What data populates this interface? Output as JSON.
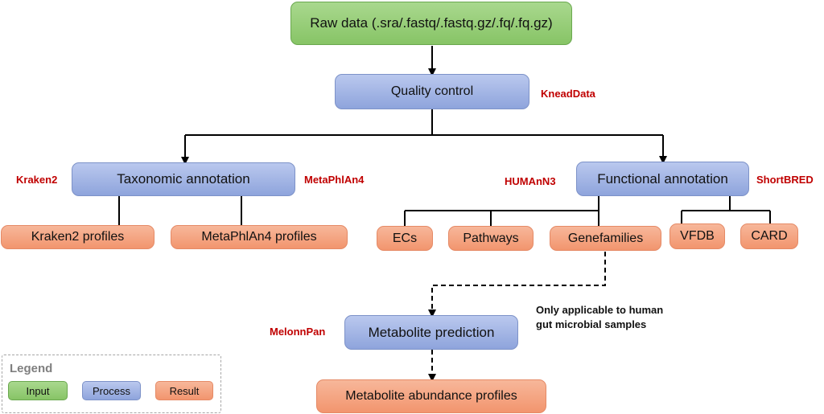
{
  "nodes": {
    "raw_data": "Raw data (.sra/.fastq/.fastq.gz/.fq/.fq.gz)",
    "quality_control": "Quality control",
    "taxonomic_annotation": "Taxonomic annotation",
    "functional_annotation": "Functional annotation",
    "kraken2_profiles": "Kraken2 profiles",
    "metaphlan4_profiles": "MetaPhlAn4 profiles",
    "ecs": "ECs",
    "pathways": "Pathways",
    "genefamilies": "Genefamilies",
    "vfdb": "VFDB",
    "card": "CARD",
    "metabolite_prediction": "Metabolite prediction",
    "metabolite_abundance_profiles": "Metabolite abundance profiles"
  },
  "tools": {
    "kneaddata": "KneadData",
    "kraken2": "Kraken2",
    "metaphlan4": "MetaPhlAn4",
    "humann3": "HUMAnN3",
    "shortbred": "ShortBRED",
    "melonnpan": "MelonnPan"
  },
  "note": {
    "line1": "Only applicable to human",
    "line2": "gut microbial samples"
  },
  "legend": {
    "title": "Legend",
    "input": "Input",
    "process": "Process",
    "result": "Result"
  },
  "colors": {
    "input": "#93cd75",
    "process": "#a3b5e4",
    "result": "#f4a482",
    "tool_label": "#c00000"
  }
}
